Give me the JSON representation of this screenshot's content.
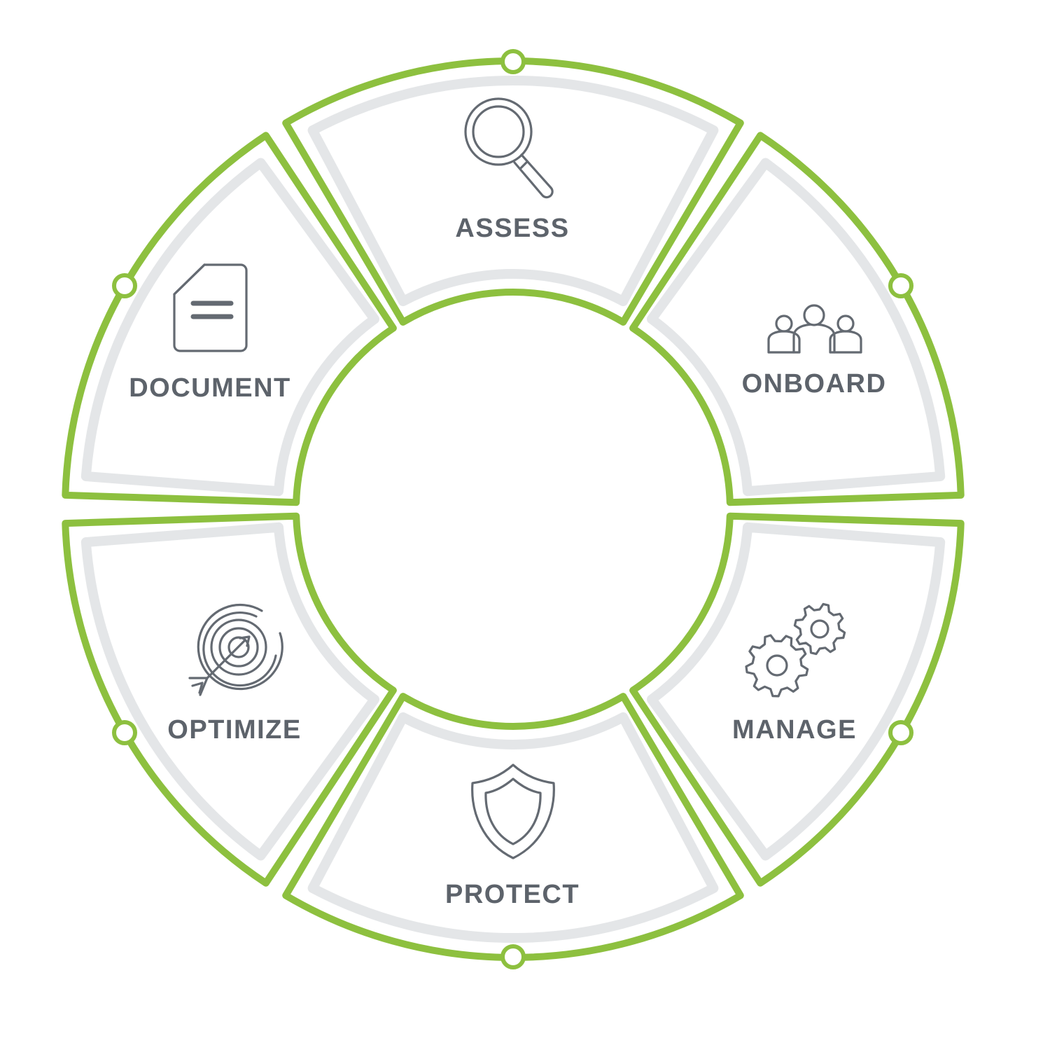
{
  "diagram": {
    "segments": [
      {
        "id": "assess",
        "label": "ASSESS",
        "icon": "magnifier-icon"
      },
      {
        "id": "onboard",
        "label": "ONBOARD",
        "icon": "team-icon"
      },
      {
        "id": "manage",
        "label": "MANAGE",
        "icon": "gears-icon"
      },
      {
        "id": "protect",
        "label": "PROTECT",
        "icon": "shield-icon"
      },
      {
        "id": "optimize",
        "label": "OPTIMIZE",
        "icon": "target-icon"
      },
      {
        "id": "document",
        "label": "DOCUMENT",
        "icon": "document-icon"
      }
    ],
    "colors": {
      "outline": "#8dc03f",
      "inner_band": "#e4e6e8",
      "text": "#5d636b",
      "icon": "#646a72"
    }
  }
}
